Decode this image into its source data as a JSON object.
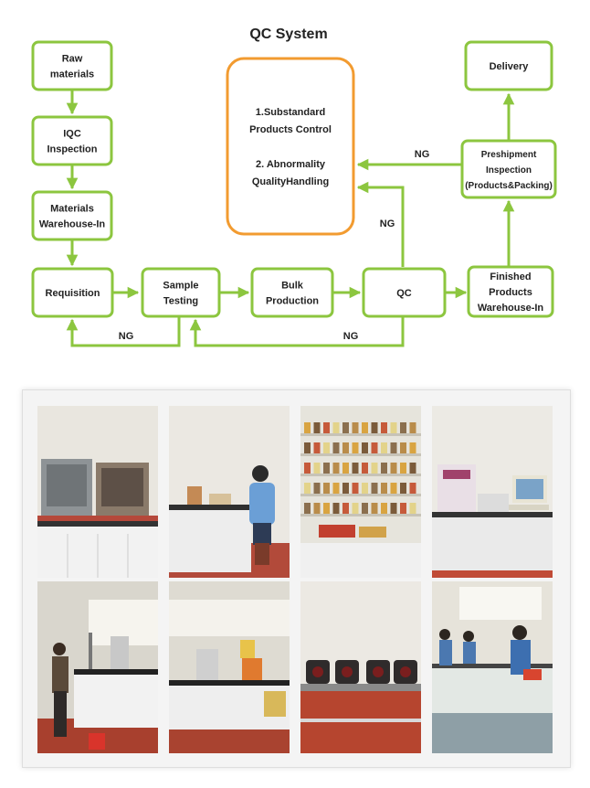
{
  "title": "QC System",
  "colors": {
    "box_border": "#8cc63f",
    "arrow": "#8cc63f",
    "control_border": "#f29b30",
    "text": "#222222"
  },
  "nodes": {
    "raw": [
      "Raw",
      "materials"
    ],
    "iqc": [
      "IQC",
      "Inspection"
    ],
    "warehouse_in": [
      "Materials",
      "Warehouse-In"
    ],
    "requisition": [
      "Requisition"
    ],
    "sample_testing": [
      "Sample",
      "Testing"
    ],
    "bulk_production": [
      "Bulk",
      "Production"
    ],
    "qc": [
      "QC"
    ],
    "finished": [
      "Finished",
      "Products",
      "Warehouse-In"
    ],
    "preshipment": [
      "Preshipment",
      "Inspection",
      "(Products&Packing)"
    ],
    "delivery": [
      "Delivery"
    ],
    "control": [
      "1.Substandard",
      "Products Control",
      "",
      "2. Abnormality",
      "QualityHandling"
    ]
  },
  "edge_labels": {
    "ng_preshipment": "NG",
    "ng_qc_up": "NG",
    "ng_sample_back": "NG",
    "ng_qc_back": "NG"
  },
  "photos": [
    {
      "name": "photo-drying-ovens",
      "scene": "ovens"
    },
    {
      "name": "photo-technician-at-bench",
      "scene": "technician"
    },
    {
      "name": "photo-sample-shelves",
      "scene": "shelves"
    },
    {
      "name": "photo-instrument-computer",
      "scene": "computer"
    },
    {
      "name": "photo-lab-workstation",
      "scene": "workstation"
    },
    {
      "name": "photo-lab-bench-equipment",
      "scene": "bench"
    },
    {
      "name": "photo-testing-machines",
      "scene": "machines"
    },
    {
      "name": "photo-lab-staff",
      "scene": "staff"
    }
  ]
}
